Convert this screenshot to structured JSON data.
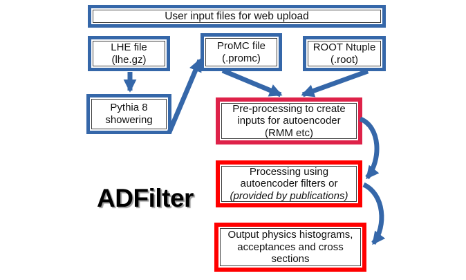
{
  "diagram_title": "ADFilter",
  "boxes": {
    "user_input": {
      "text": "User input files for web upload"
    },
    "lhe": {
      "line1": "LHE file",
      "line2": "(lhe.gz)"
    },
    "promc": {
      "line1": "ProMC file",
      "line2": "(.promc)"
    },
    "root": {
      "line1": "ROOT Ntuple",
      "line2": "(.root)"
    },
    "pythia": {
      "line1": "Pythia 8",
      "line2": "showering"
    },
    "preprocessing": {
      "line1": "Pre-processing to create",
      "line2": "inputs for autoencoder",
      "line3": "(RMM etc)"
    },
    "processing": {
      "line1": "Processing using",
      "line2": "autoencoder filters or",
      "line3": "(provided by publications)"
    },
    "output": {
      "line1": "Output physics histograms,",
      "line2": "acceptances and cross",
      "line3": "sections"
    }
  },
  "arrows": [
    {
      "name": "arrow-lhe-to-pythia"
    },
    {
      "name": "arrow-pythia-to-promc"
    },
    {
      "name": "arrow-promc-to-preprocessing"
    },
    {
      "name": "arrow-root-to-preprocessing"
    },
    {
      "name": "arrow-preprocessing-to-processing"
    },
    {
      "name": "arrow-processing-to-output"
    }
  ],
  "colors": {
    "box_border_blue": "#3567a9",
    "box_border_crimson": "#de2249",
    "box_border_red": "#ff0000",
    "inner_border_gray": "#3f3f3f",
    "arrow_blue": "#3567a9",
    "text_black": "#111111",
    "background": "#ffffff"
  }
}
